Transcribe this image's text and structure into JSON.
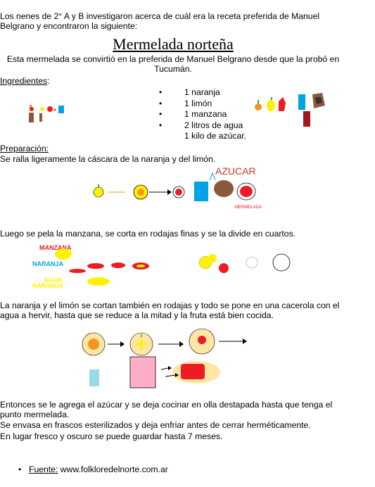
{
  "intro": {
    "line1": "Los nenes de 2° A y B investigaron acerca de cuál era la receta preferida  de Manuel",
    "line2": "Belgrano y encontraron la siguiente:"
  },
  "title": "Mermelada norteña",
  "subtitle": {
    "line1": "Esta mermelada se convirtió en la preferida de Manuel Belgrano desde que la probó en",
    "line2": "Tucumán."
  },
  "ingredients": {
    "heading": "Ingredientes",
    "colon": ":",
    "items": [
      "1 naranja",
      "1 limón",
      "1 manzana",
      "2 litros de agua",
      "1 kilo de azúcar."
    ]
  },
  "preparation": {
    "heading": "Preparación:",
    "step1": "Se ralla ligeramente la cáscara de la naranja y del limón.",
    "step2": " Luego se pela la manzana, se corta en rodajas finas y se la divide en cuartos.",
    "step3_line1": "La naranja y el limón se cortan también en rodajas y todo se pone en una cacerola con el",
    "step3_line2": "agua a hervir, hasta que se reduce a la mitad y la fruta está bien cocida.",
    "step4_line1": "Entonces se le agrega el azúcar y se deja cocinar en olla destapada hasta que tenga el",
    "step4_line2": "punto mermelada.",
    "step5": "Se envasa en frascos esterilizados y deja enfriar antes de cerrar herméticamente.",
    "step6": "En lugar fresco y oscuro se puede guardar hasta 7 meses."
  },
  "drawing_labels": {
    "azucar": "AZUCAR",
    "mermelada": "MERMELADA",
    "manzana": "MANZANA",
    "naranja": "NARANJA",
    "agua": "AGUA",
    "naranja2": "NARANJA"
  },
  "source": {
    "label": "Fuente:",
    "value": " www.folkloredelnorte.com.ar"
  },
  "colors": {
    "orange": "#f7941d",
    "yellow": "#fff200",
    "red": "#ed1c24",
    "blue": "#00a2e8",
    "brown": "#8b5a3c",
    "pink": "#ffaec9",
    "lightblue": "#99d9ea"
  }
}
